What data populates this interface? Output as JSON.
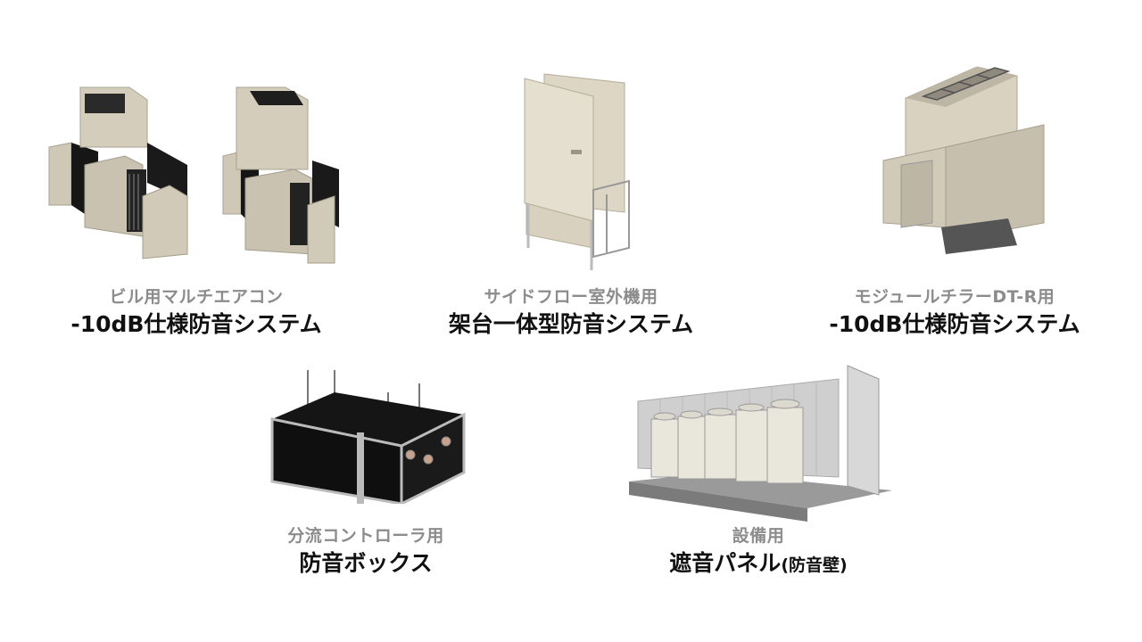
{
  "products": [
    {
      "subtitle": "ビル用マルチエアコン",
      "title": "-10dB仕様防音システム",
      "image_icon": "building-multi-aircon-soundproof-icon"
    },
    {
      "subtitle": "サイドフロー室外機用",
      "title": "架台一体型防音システム",
      "image_icon": "sideflow-stand-soundproof-icon"
    },
    {
      "subtitle": "モジュールチラーDT-R用",
      "title": "-10dB仕様防音システム",
      "image_icon": "module-chiller-soundproof-icon"
    },
    {
      "subtitle": "分流コントローラ用",
      "title": "防音ボックス",
      "image_icon": "soundproof-box-icon"
    },
    {
      "subtitle": "設備用",
      "title": "遮音パネル",
      "title_suffix": "(防音壁)",
      "image_icon": "soundproof-panel-wall-icon"
    }
  ]
}
